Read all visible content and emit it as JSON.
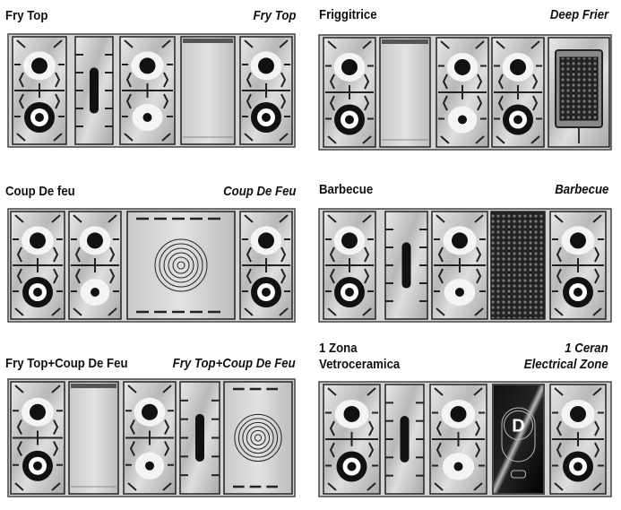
{
  "panels": [
    {
      "left_label": "Fry Top",
      "right_label": "Fry Top"
    },
    {
      "left_label": "Friggitrice",
      "right_label": "Deep Frier"
    },
    {
      "left_label": "Coup De feu",
      "right_label": "Coup De Feu"
    },
    {
      "left_label": "Barbecue",
      "right_label": "Barbecue"
    },
    {
      "left_label": "Fry Top+Coup De Feu",
      "right_label": "Fry Top+Coup De Feu"
    },
    {
      "left_label": "1 Zona Vetroceramica",
      "right_label": "1 Ceran Electrical Zone",
      "left_line1": "1 Zona",
      "left_line2": "Vetroceramica",
      "right_line1": "1 Ceran",
      "right_line2": "Electrical Zone",
      "zone_letter": "D"
    }
  ]
}
